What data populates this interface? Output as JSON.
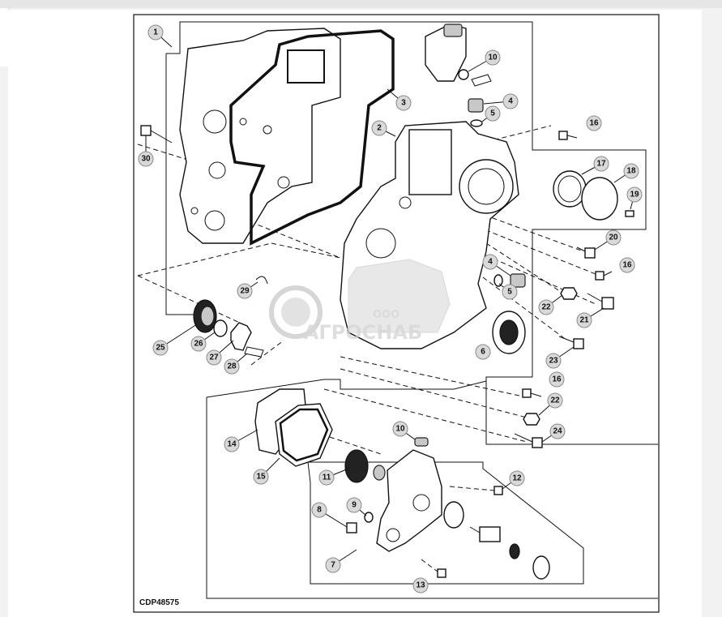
{
  "figure": {
    "code": "CDP48575"
  },
  "watermark": {
    "line1": "ООО",
    "line2": "АГРОСНАБ"
  },
  "callouts": {
    "c1": "1",
    "c2": "2",
    "c3": "3",
    "c4a": "4",
    "c5a": "5",
    "c4b": "4",
    "c5b": "5",
    "c6": "6",
    "c7": "7",
    "c8": "8",
    "c9": "9",
    "c10a": "10",
    "c10b": "10",
    "c11": "11",
    "c12": "12",
    "c13": "13",
    "c14": "14",
    "c15": "15",
    "c16a": "16",
    "c16b": "16",
    "c16c": "16",
    "c17": "17",
    "c18": "18",
    "c19": "19",
    "c20": "20",
    "c21": "21",
    "c22a": "22",
    "c22b": "22",
    "c23": "23",
    "c24": "24",
    "c25": "25",
    "c26": "26",
    "c27": "27",
    "c28": "28",
    "c29": "29",
    "c30": "30"
  }
}
